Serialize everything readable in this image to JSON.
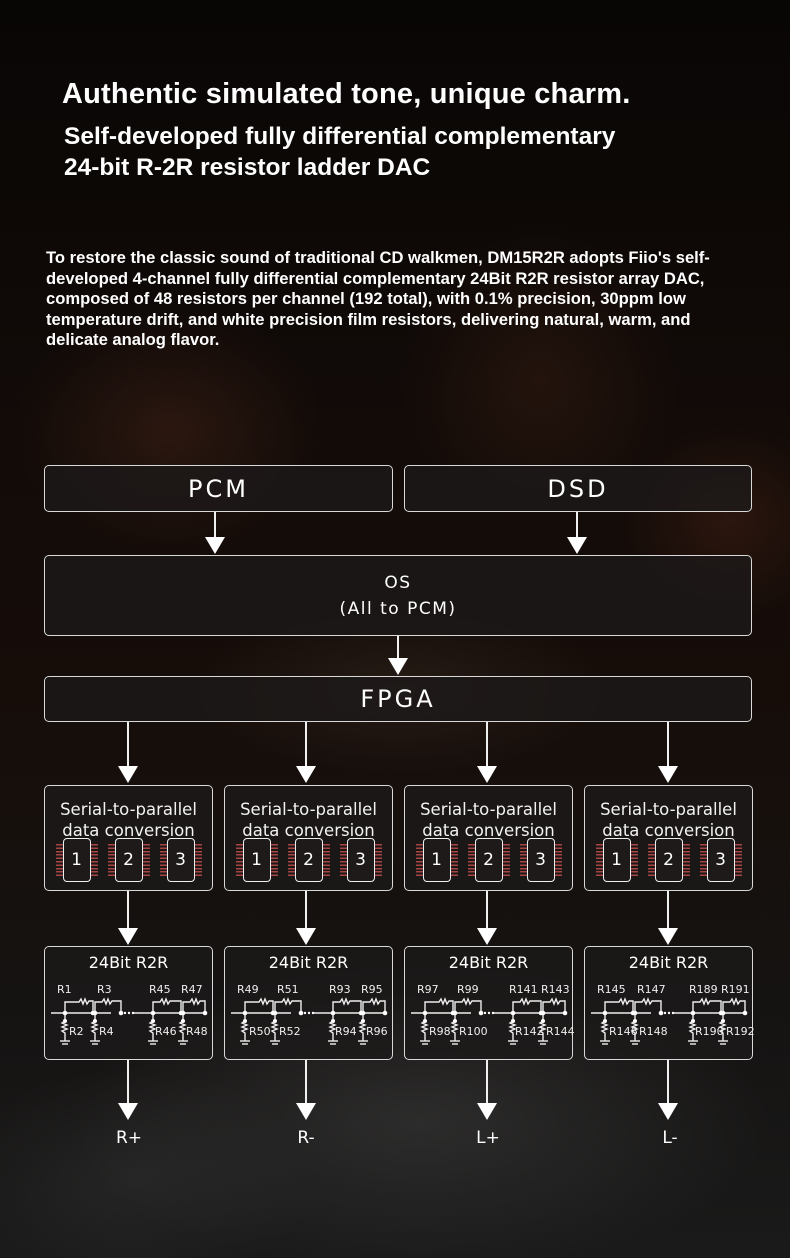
{
  "header": {
    "title": "Authentic simulated tone, unique charm.",
    "subtitle_line1": "Self-developed fully differential complementary",
    "subtitle_line2": "24-bit R-2R resistor ladder DAC"
  },
  "description": "To restore the classic sound of traditional CD walkmen, DM15R2R adopts Fiio's self-developed 4-channel fully differential complementary 24Bit R2R resistor array DAC, composed of 48 resistors per channel (192 total), with 0.1% precision, 30ppm low temperature drift, and white precision film resistors, delivering natural, warm, and delicate analog flavor.",
  "diagram": {
    "inputs": [
      {
        "label": "PCM"
      },
      {
        "label": "DSD"
      }
    ],
    "os": {
      "line1": "OS",
      "line2": "(All to PCM)"
    },
    "fpga": {
      "label": "FPGA"
    },
    "channels": [
      {
        "sp_line1": "Serial-to-parallel",
        "sp_line2": "data conversion",
        "chips": [
          "1",
          "2",
          "3"
        ],
        "r2r_title": "24Bit R2R",
        "top_resistors": [
          "R1",
          "R3",
          "R45",
          "R47"
        ],
        "bottom_resistors": [
          "R2",
          "R4",
          "R46",
          "R48"
        ],
        "output": "R+"
      },
      {
        "sp_line1": "Serial-to-parallel",
        "sp_line2": "data conversion",
        "chips": [
          "1",
          "2",
          "3"
        ],
        "r2r_title": "24Bit R2R",
        "top_resistors": [
          "R49",
          "R51",
          "R93",
          "R95"
        ],
        "bottom_resistors": [
          "R50",
          "R52",
          "R94",
          "R96"
        ],
        "output": "R-"
      },
      {
        "sp_line1": "Serial-to-parallel",
        "sp_line2": "data conversion",
        "chips": [
          "1",
          "2",
          "3"
        ],
        "r2r_title": "24Bit R2R",
        "top_resistors": [
          "R97",
          "R99",
          "R141",
          "R143"
        ],
        "bottom_resistors": [
          "R98",
          "R100",
          "R142",
          "R144"
        ],
        "output": "L+"
      },
      {
        "sp_line1": "Serial-to-parallel",
        "sp_line2": "data conversion",
        "chips": [
          "1",
          "2",
          "3"
        ],
        "r2r_title": "24Bit R2R",
        "top_resistors": [
          "R145",
          "R147",
          "R189",
          "R191"
        ],
        "bottom_resistors": [
          "R146",
          "R148",
          "R190",
          "R192"
        ],
        "output": "L-"
      }
    ]
  },
  "colors": {
    "background": "#0b0807",
    "box_border": "#d9d9d9",
    "chip_pins": "#a74444",
    "text": "#ffffff"
  }
}
